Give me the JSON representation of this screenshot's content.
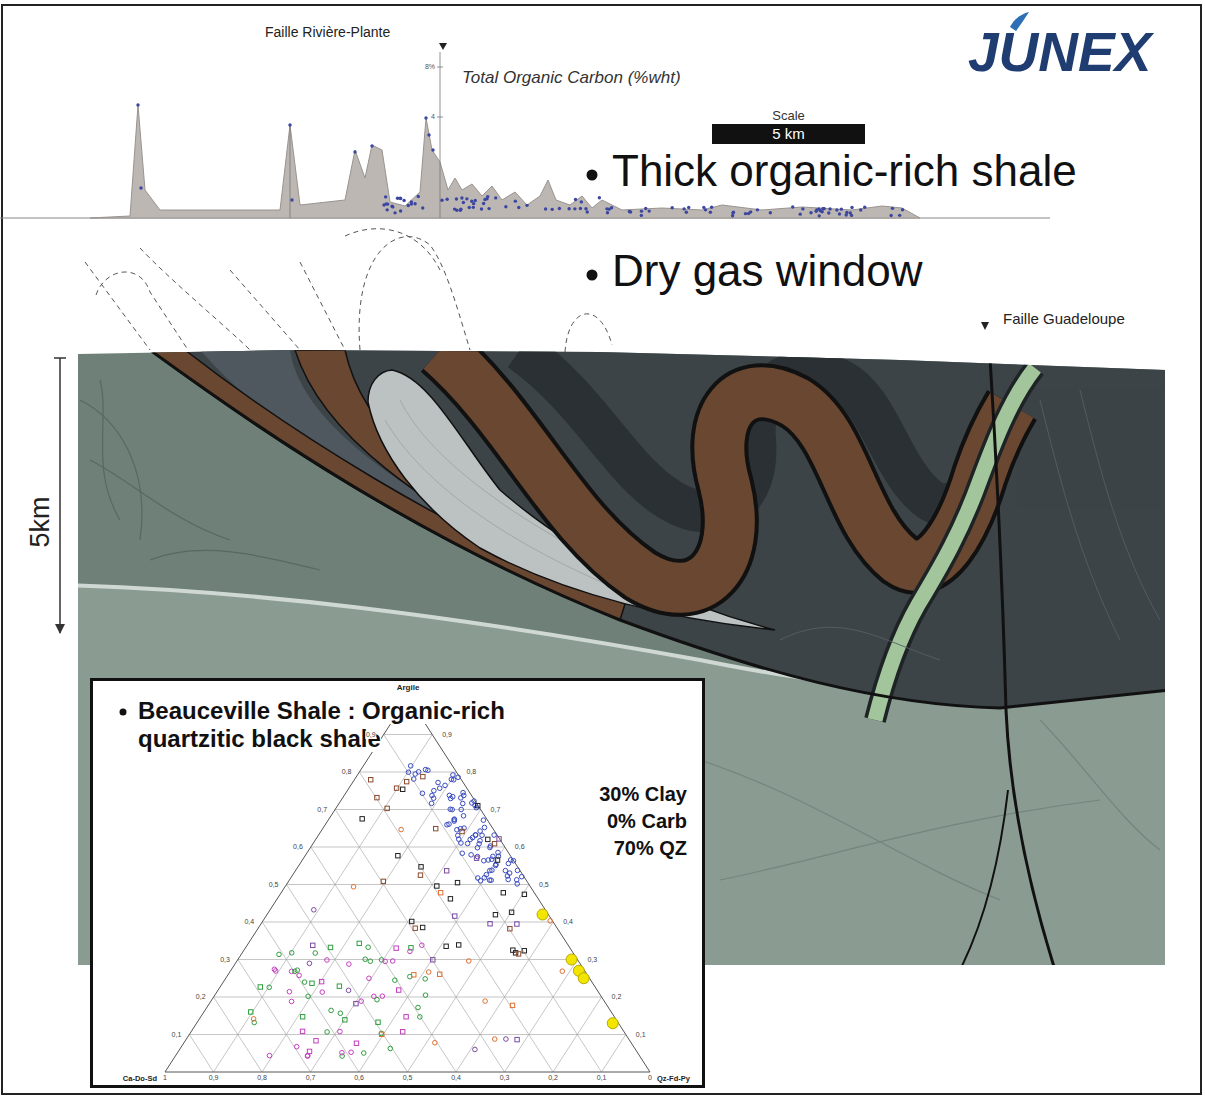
{
  "diagram": {
    "nodes": [
      {
        "text": [
          "Scale",
          "5 km"
        ]
      },
      {
        "text": [
          "Beauceville Shale : Organic-rich quartzitic black shale",
          "30% Clay 0% Carb 70% QZ"
        ]
      }
    ],
    "labels": [
      "JUNEX",
      "Faille Rivière-Plante",
      "Total Organic Carbon (%wht)",
      "8%",
      "4",
      "Thick organic-rich shale",
      "Dry gas window",
      "Faille Guadeloupe",
      "5km",
      "Argile",
      "Ca-Do-Sd",
      "Qz-Fd-Py",
      "1",
      "0,9",
      "0,8",
      "0,7",
      "0,6",
      "0,5",
      "0,4",
      "0,3",
      "0,2",
      "0,1",
      "0",
      "0,1",
      "0,2",
      "0,3",
      "0,4",
      "0,5",
      "0,6",
      "0,7",
      "0,8",
      "0,9",
      "0,9",
      "0,8",
      "0,7",
      "0,6",
      "0,5",
      "0,4",
      "0,3",
      "0,2",
      "0,1"
    ]
  }
}
